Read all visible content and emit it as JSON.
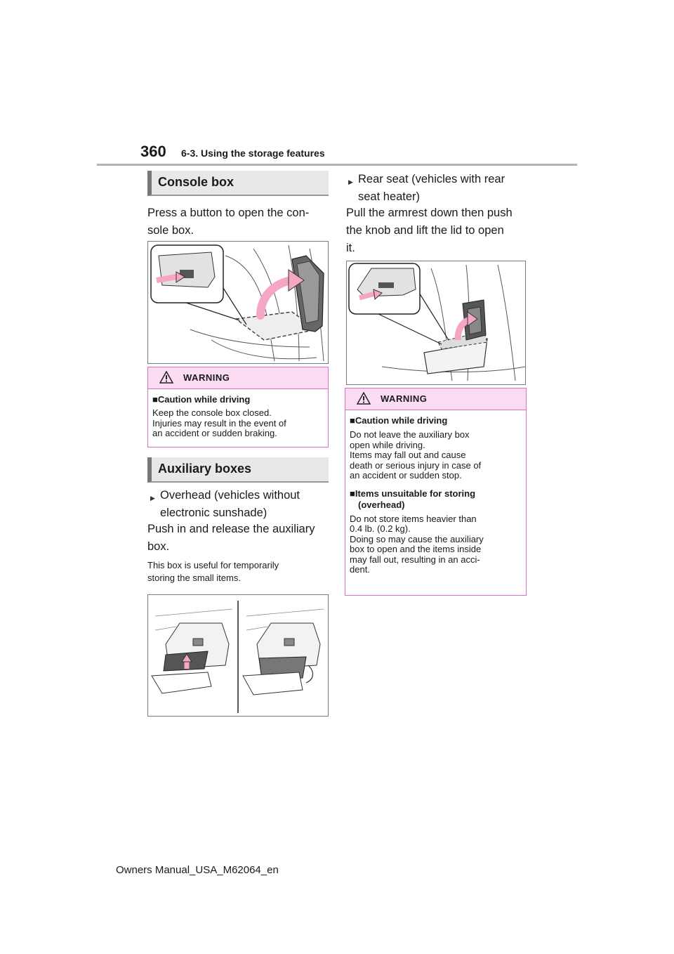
{
  "header": {
    "page_number": "360",
    "section": "6-3. Using the storage features"
  },
  "console_box": {
    "heading": "Console box",
    "text_line1": "Press a button to open the con-",
    "text_line2": "sole box.",
    "warning": {
      "title": "WARNING",
      "subheading": "■Caution while driving",
      "lines": [
        "Keep the console box closed.",
        "Injuries may result in the event of",
        "an accident or sudden braking."
      ]
    }
  },
  "auxiliary": {
    "heading": "Auxiliary boxes",
    "overhead_line1": "Overhead (vehicles without",
    "overhead_line2": "electronic sunshade)",
    "overhead_text_line1": "Push in and release the auxiliary",
    "overhead_text_line2": "box.",
    "note_line1": "This box is useful for temporarily",
    "note_line2": "storing the small items.",
    "rear_line1": "Rear seat (vehicles with rear",
    "rear_line2": "seat heater)",
    "rear_text_line1": "Pull the armrest down then push",
    "rear_text_line2": "the knob and lift the lid to open",
    "rear_text_line3": "it.",
    "warning": {
      "title": "WARNING",
      "sub1": "■Caution while driving",
      "sub1_lines": [
        "Do not leave the auxiliary box",
        "open while driving.",
        "Items may fall out and cause",
        "death or serious injury in case of",
        "an accident or sudden stop."
      ],
      "sub2_line1": "■Items unsuitable for storing",
      "sub2_line2": "(overhead)",
      "sub2_lines": [
        "Do not store items heavier than",
        "0.4 lb. (0.2 kg).",
        "Doing so may cause the auxiliary",
        "box to open and the items inside",
        "may fall out, resulting in an acci-",
        "dent."
      ]
    }
  },
  "footer": {
    "text": "Owners Manual_USA_M62064_en"
  },
  "colors": {
    "warning_border": "#e06ec4",
    "warning_fill": "#fbdcf2",
    "arrow_pink": "#f4a6c4"
  }
}
